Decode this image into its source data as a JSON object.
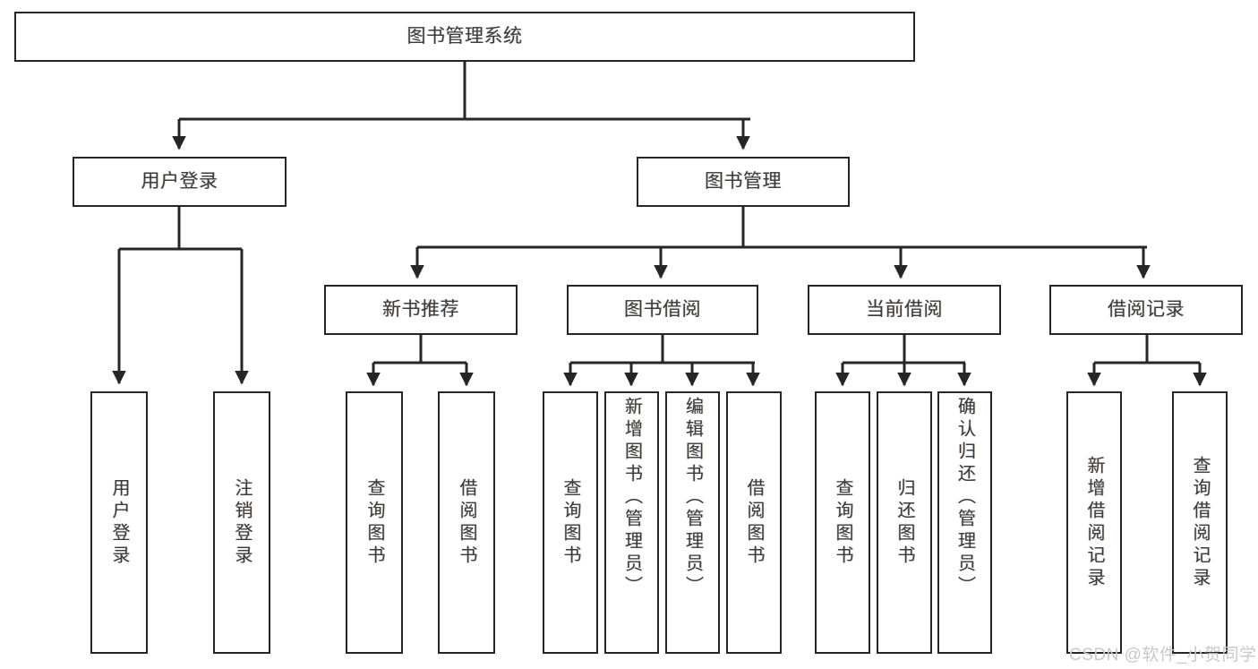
{
  "diagram": {
    "title": "图书管理系统",
    "type": "functional-structure-tree",
    "orientation": "top-down",
    "theme": {
      "background": "#ffffff",
      "node_fill": "#ffffff",
      "node_border": "#262626",
      "edge_color": "#262626",
      "text_color": "#3c3c3c",
      "watermark_color": "#c9c9c9"
    }
  },
  "nodes": {
    "root": {
      "label": "图书管理系统"
    },
    "level2": [
      {
        "id": "user-login",
        "label": "用户登录"
      },
      {
        "id": "book-manage",
        "label": "图书管理"
      }
    ],
    "level3": [
      {
        "id": "new-book-rec",
        "label": "新书推荐"
      },
      {
        "id": "book-borrow",
        "label": "图书借阅"
      },
      {
        "id": "current-borrow",
        "label": "当前借阅"
      },
      {
        "id": "borrow-record",
        "label": "借阅记录"
      }
    ],
    "leaves": [
      {
        "id": "leaf-user-login",
        "label": "用户登录",
        "parent": "user-login"
      },
      {
        "id": "leaf-logout",
        "label": "注销登录",
        "parent": "user-login"
      },
      {
        "id": "leaf-query-book-1",
        "label": "查询图书",
        "parent": "new-book-rec"
      },
      {
        "id": "leaf-borrow-book-1",
        "label": "借阅图书",
        "parent": "new-book-rec"
      },
      {
        "id": "leaf-query-book-2",
        "label": "查询图书",
        "parent": "book-borrow"
      },
      {
        "id": "leaf-add-book",
        "label": "新增图书（管理员）",
        "parent": "book-borrow"
      },
      {
        "id": "leaf-edit-book",
        "label": "编辑图书（管理员）",
        "parent": "book-borrow"
      },
      {
        "id": "leaf-borrow-book-2",
        "label": "借阅图书",
        "parent": "book-borrow"
      },
      {
        "id": "leaf-query-book-3",
        "label": "查询图书",
        "parent": "current-borrow"
      },
      {
        "id": "leaf-return-book",
        "label": "归还图书",
        "parent": "current-borrow"
      },
      {
        "id": "leaf-confirm-return",
        "label": "确认归还（管理员）",
        "parent": "current-borrow"
      },
      {
        "id": "leaf-add-record",
        "label": "新增借阅记录",
        "parent": "borrow-record"
      },
      {
        "id": "leaf-query-record",
        "label": "查询借阅记录",
        "parent": "borrow-record"
      }
    ]
  },
  "watermark": {
    "text": "CSDN @软件_小贺同学"
  }
}
